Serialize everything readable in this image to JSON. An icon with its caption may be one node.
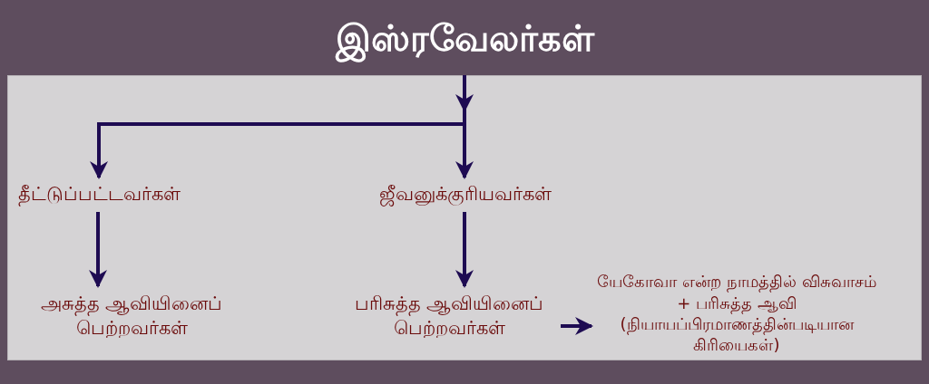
{
  "diagram": {
    "nodes": [
      {
        "text": [
          "இஸ்ரவேலர்கள்"
        ]
      },
      {
        "text": [
          "தீட்டுப்பட்டவர்கள்"
        ]
      },
      {
        "text": [
          "ஜீவனுக்குரியவர்கள்"
        ]
      },
      {
        "text": [
          "அசுத்த ஆவியினைப் பெற்றவர்கள்"
        ]
      },
      {
        "text": [
          "பரிசுத்த ஆவியினைப் பெற்றவர்கள்"
        ]
      },
      {
        "text": [
          "யேகோவா என்ற நாமத்தில் விசுவாசம் + பரிசுத்த ஆவி (நியாயப்பிரமாணத்தின்படியான கிரியைகள்)"
        ]
      }
    ],
    "edges": [
      {
        "from": 0,
        "to": 1,
        "arrow": "to"
      },
      {
        "from": 0,
        "to": 2,
        "arrow": "to"
      },
      {
        "from": 1,
        "to": 3,
        "arrow": "to"
      },
      {
        "from": 2,
        "to": 4,
        "arrow": "to"
      },
      {
        "from": 4,
        "to": 5,
        "arrow": "to"
      }
    ]
  }
}
